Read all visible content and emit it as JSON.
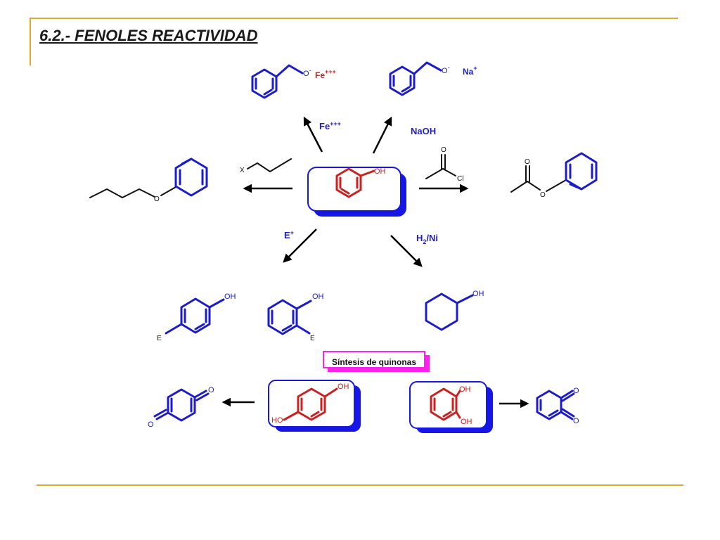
{
  "title": "6.2.- FENOLES REACTIVIDAD",
  "center": {
    "oh": "OH"
  },
  "products": {
    "fe": {
      "anion": "O",
      "anion_charge": "-",
      "metal": "Fe",
      "metal_charge": "+++"
    },
    "na": {
      "anion": "O",
      "anion_charge": "-",
      "metal": "Na",
      "metal_charge": "+"
    },
    "ether": {
      "o": "O"
    },
    "ester": {
      "carbonyl_o": "O",
      "ester_o": "O"
    },
    "para": {
      "oh": "OH",
      "e": "E"
    },
    "ortho": {
      "oh": "OH",
      "e": "E"
    },
    "cyclohexanol": {
      "oh": "OH"
    }
  },
  "reagents": {
    "fe": {
      "text": "Fe",
      "charge": "+++"
    },
    "naoh": "NaOH",
    "alkyl_halide_x": "X",
    "acyl_chloride": {
      "o": "O",
      "cl": "Cl"
    },
    "electrophile": {
      "text": "E",
      "charge": "+"
    },
    "hydrogenation": {
      "h": "H",
      "sub": "2",
      "rest": "/Ni"
    }
  },
  "quinones": {
    "banner": "Síntesis de quinonas",
    "hydroquinone": {
      "oh_top": "OH",
      "oh_bottom": "HO"
    },
    "catechol": {
      "oh_top": "OH",
      "oh_bottom": "OH"
    },
    "para_quinone": {
      "o_top": "O",
      "o_bottom": "O"
    },
    "ortho_quinone": {
      "o_top": "O",
      "o_bottom": "O"
    }
  },
  "colors": {
    "accent_rule": "#e0a82e",
    "product_blue": "#1c1ccc",
    "reactant_red": "#cc2020",
    "box_shadow_blue": "#1616e6",
    "banner_magenta": "#ff22ee"
  }
}
